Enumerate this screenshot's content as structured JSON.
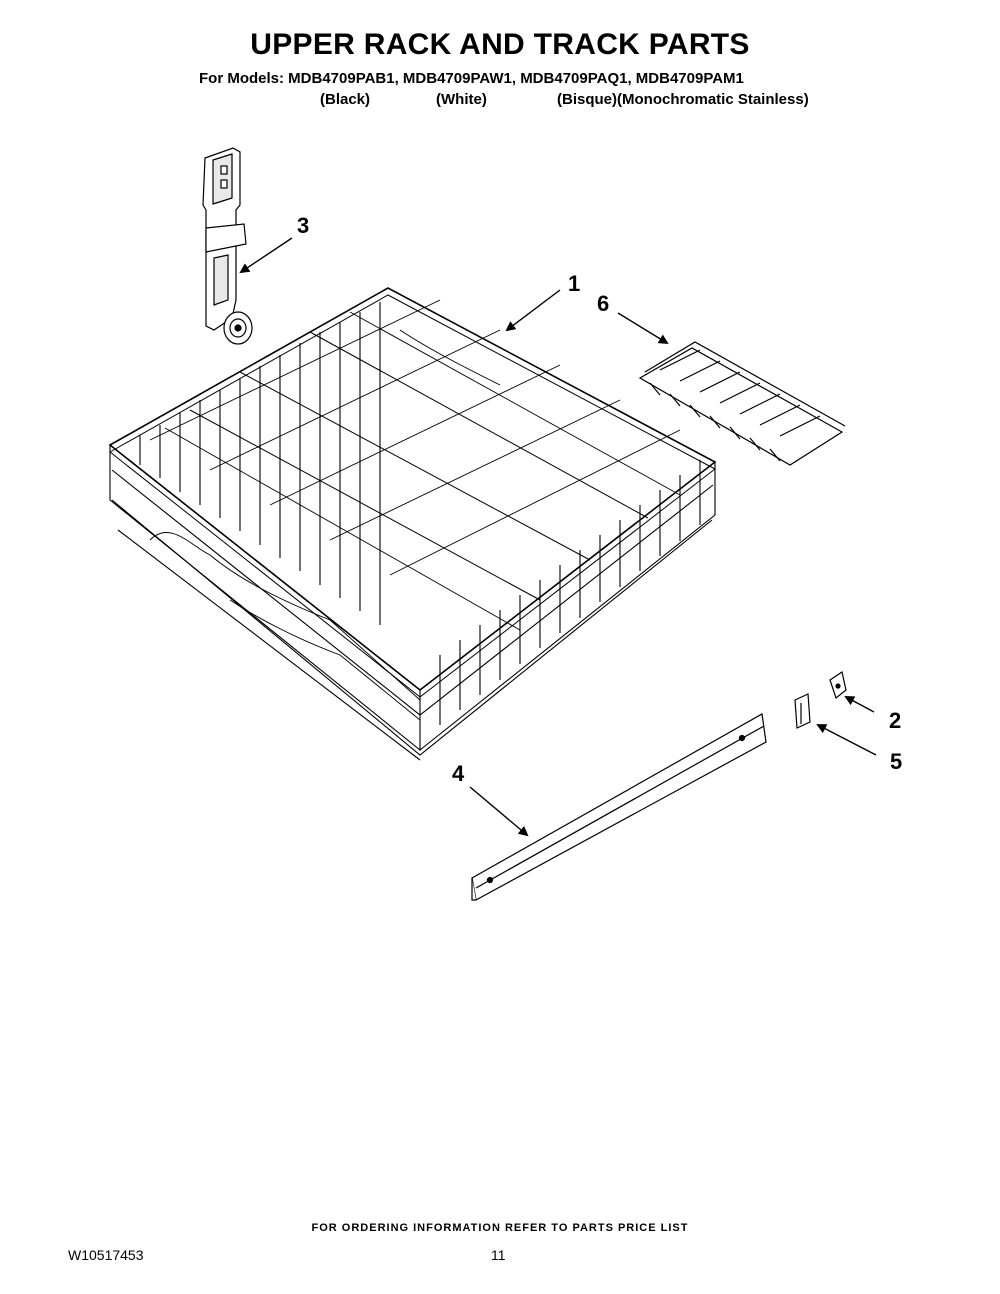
{
  "header": {
    "title": "UPPER RACK AND TRACK PARTS",
    "models_line": "For Models: MDB4709PAB1, MDB4709PAW1, MDB4709PAQ1, MDB4709PAM1",
    "colors": [
      "(Black)",
      "(White)",
      "(Bisque)(Monochromatic Stainless)"
    ]
  },
  "callouts": [
    "1",
    "2",
    "3",
    "4",
    "5",
    "6"
  ],
  "parts": [
    "upper-rack",
    "track-stop",
    "rack-adjuster",
    "track",
    "end-cap",
    "tine-row"
  ],
  "footer": {
    "note": "FOR ORDERING INFORMATION REFER TO PARTS PRICE LIST",
    "doc_number": "W10517453",
    "page_number": "11"
  }
}
